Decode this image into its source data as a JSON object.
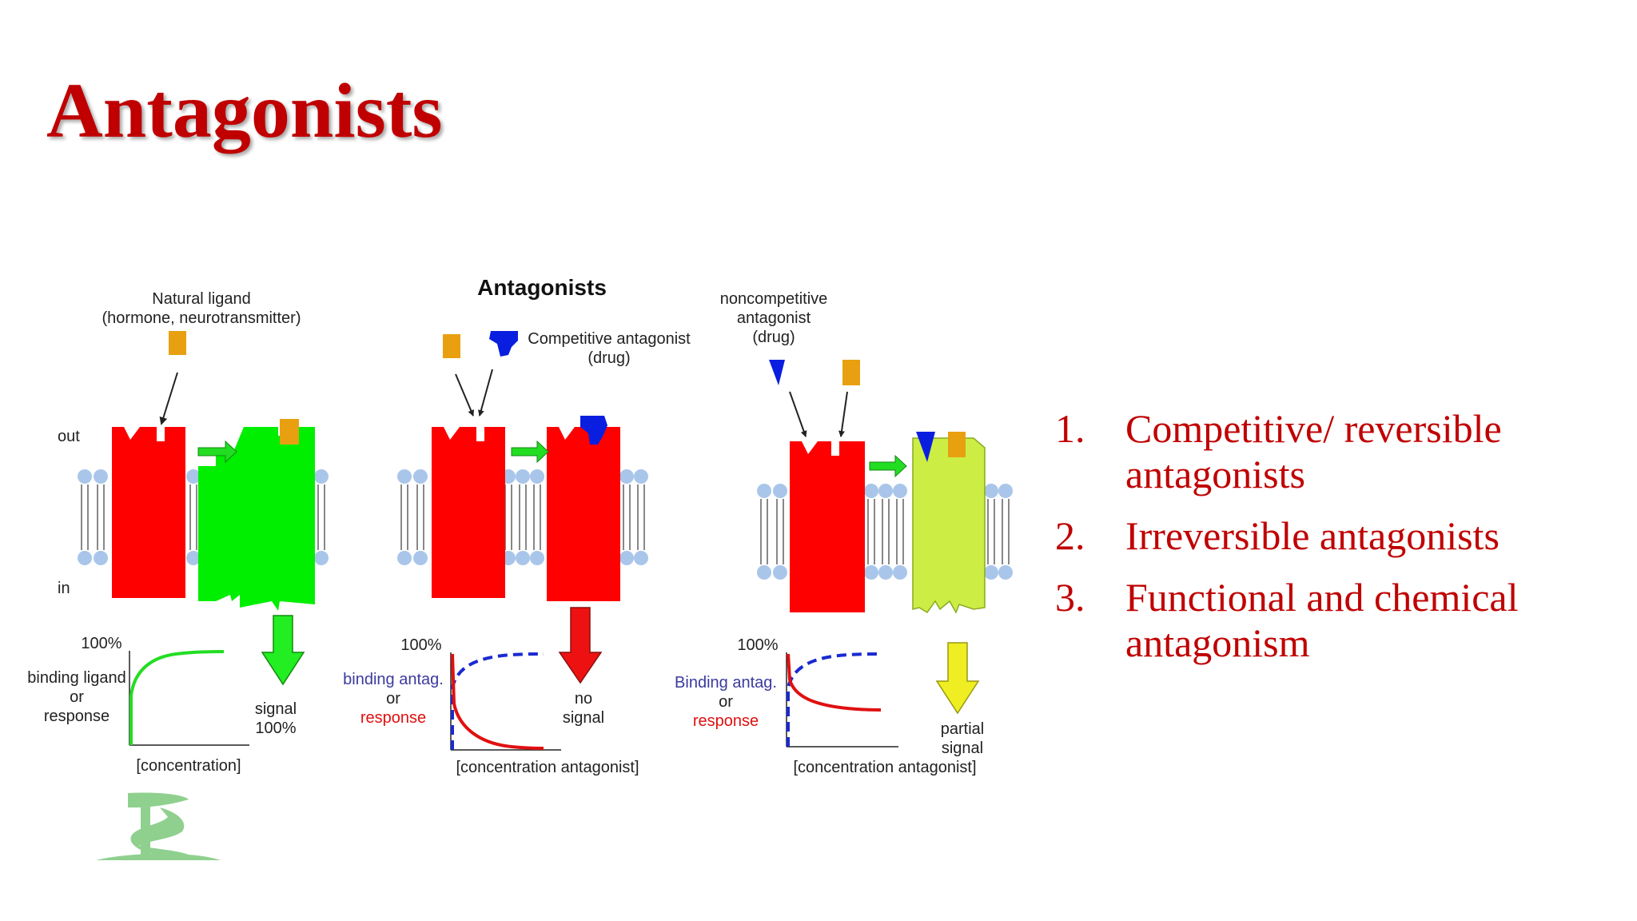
{
  "title": "Antagonists",
  "diagram": {
    "heading": "Antagonists",
    "panel1": {
      "ligand_label_1": "Natural ligand",
      "ligand_label_2": "(hormone, neurotransmitter)",
      "out_label": "out",
      "in_label": "in",
      "y_top": "100%",
      "y_label_1": "binding ligand",
      "y_label_2": "or",
      "y_label_3": "response",
      "x_label": "[concentration]",
      "signal_1": "signal",
      "signal_2": "100%"
    },
    "panel2": {
      "antag_label_1": "Competitive antagonist",
      "antag_label_2": "(drug)",
      "y_top": "100%",
      "y_label_1": "binding antag.",
      "y_label_2": "or",
      "y_label_3": "response",
      "x_label": "[concentration antagonist]",
      "signal_1": "no",
      "signal_2": "signal"
    },
    "panel3": {
      "antag_label_1": "noncompetitive",
      "antag_label_2": "antagonist",
      "antag_label_3": "(drug)",
      "y_top": "100%",
      "y_label_1": "Binding antag.",
      "y_label_2": "or",
      "y_label_3": "response",
      "x_label": "[concentration antagonist]",
      "signal_1": "partial",
      "signal_2": "signal"
    }
  },
  "list": [
    {
      "num": "1.",
      "text": "Competitive/ reversible antagonists"
    },
    {
      "num": "2.",
      "text": "Irreversible antagonists"
    },
    {
      "num": "3.",
      "text": "Functional and chemical antagonism"
    }
  ],
  "colors": {
    "title": "#c00000",
    "receptor": "#ff0000",
    "active_receptor": "#00ee00",
    "partial_receptor": "#ccee44",
    "ligand": "#e8a010",
    "antagonist": "#0a1ee0",
    "lipid_head": "#a9c6ea",
    "response_curve": "#e01010",
    "binding_curve": "#1a2ad0"
  }
}
